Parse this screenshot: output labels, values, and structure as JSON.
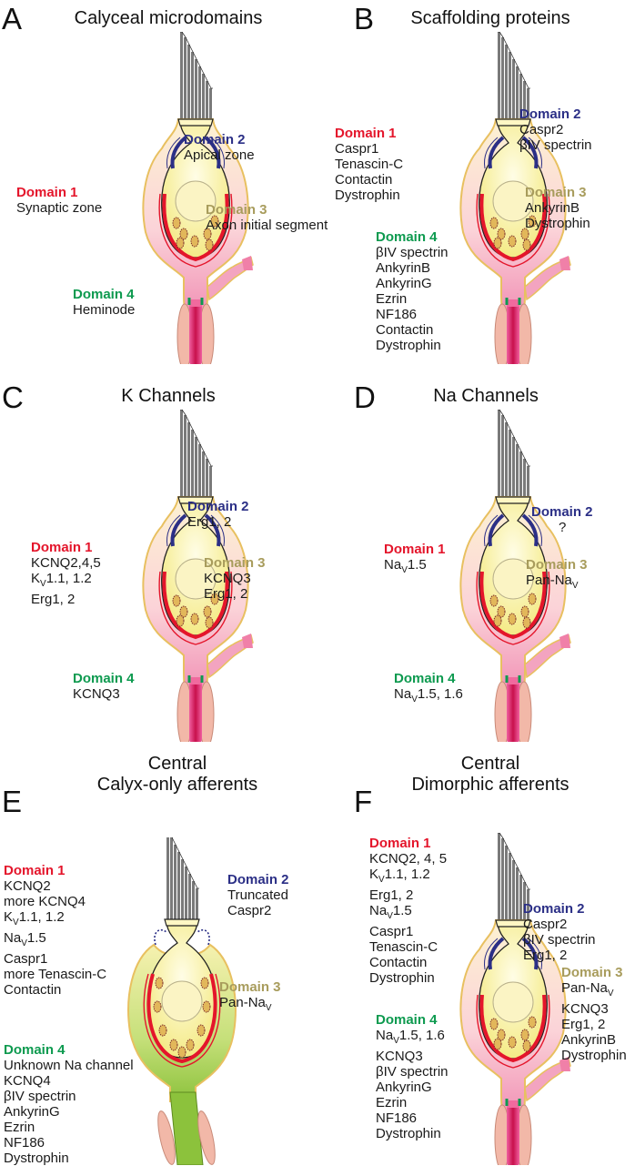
{
  "panels": [
    {
      "label": "A",
      "title_lines": [
        "Calyceal microdomains"
      ],
      "domain1": {
        "title": "Domain 1",
        "lines": [
          "Synaptic zone"
        ]
      },
      "domain2": {
        "title": "Domain 2",
        "lines": [
          "Apical zone"
        ]
      },
      "domain3": {
        "title": "Domain 3",
        "lines": [
          "Axon initial segment"
        ]
      },
      "domain4": {
        "title": "Domain 4",
        "lines": [
          "Heminode"
        ]
      }
    },
    {
      "label": "B",
      "title_lines": [
        "Scaffolding proteins"
      ],
      "domain1": {
        "title": "Domain 1",
        "lines": [
          "Caspr1",
          "Tenascin-C",
          "Contactin",
          "Dystrophin"
        ]
      },
      "domain2": {
        "title": "Domain 2",
        "lines": [
          "Caspr2",
          "βIV spectrin"
        ]
      },
      "domain3": {
        "title": "Domain 3",
        "lines": [
          "AnkyrinB",
          "Dystrophin"
        ]
      },
      "domain4": {
        "title": "Domain 4",
        "lines": [
          "βIV spectrin",
          "AnkyrinB",
          "AnkyrinG",
          "Ezrin",
          "NF186",
          "Contactin",
          "Dystrophin"
        ]
      }
    },
    {
      "label": "C",
      "title_lines": [
        "K Channels"
      ],
      "domain1": {
        "title": "Domain 1",
        "lines": [
          "KCNQ2,4,5",
          "KV1.1, 1.2",
          "Erg1, 2"
        ]
      },
      "domain2": {
        "title": "Domain 2",
        "lines": [
          "Erg1, 2"
        ]
      },
      "domain3": {
        "title": "Domain 3",
        "lines": [
          "KCNQ3",
          "Erg1, 2"
        ]
      },
      "domain4": {
        "title": "Domain 4",
        "lines": [
          "KCNQ3"
        ]
      }
    },
    {
      "label": "D",
      "title_lines": [
        "Na Channels"
      ],
      "domain1": {
        "title": "Domain 1",
        "lines": [
          "NaV1.5"
        ]
      },
      "domain2": {
        "title": "Domain 2",
        "lines": [
          "?"
        ]
      },
      "domain3": {
        "title": "Domain 3",
        "lines": [
          "Pan-NaV"
        ]
      },
      "domain4": {
        "title": "Domain 4",
        "lines": [
          "NaV1.5, 1.6"
        ]
      }
    },
    {
      "label": "E",
      "title_lines": [
        "Central",
        "Calyx-only afferents"
      ],
      "domain1": {
        "title": "Domain 1",
        "lines": [
          "KCNQ2",
          "more KCNQ4",
          "KV1.1, 1.2",
          "NaV1.5",
          "Caspr1",
          "more Tenascin-C",
          "Contactin"
        ]
      },
      "domain2": {
        "title": "Domain 2",
        "lines": [
          "Truncated",
          "Caspr2"
        ]
      },
      "domain3": {
        "title": "Domain 3",
        "lines": [
          "Pan-NaV"
        ]
      },
      "domain4": {
        "title": "Domain 4",
        "lines": [
          "Unknown Na channel",
          "KCNQ4",
          "βIV spectrin",
          "AnkyrinG",
          "Ezrin",
          "NF186",
          "Dystrophin"
        ]
      }
    },
    {
      "label": "F",
      "title_lines": [
        "Central",
        "Dimorphic afferents"
      ],
      "domain1": {
        "title": "Domain 1",
        "lines": [
          "KCNQ2, 4, 5",
          "KV1.1, 1.2",
          "Erg1, 2",
          "NaV1.5",
          "Caspr1",
          "Tenascin-C",
          "Contactin",
          "Dystrophin"
        ]
      },
      "domain2": {
        "title": "Domain 2",
        "lines": [
          "Caspr2",
          "βIV spectrin",
          "Erg1, 2"
        ]
      },
      "domain3": {
        "title": "Domain 3",
        "lines": [
          "Pan-NaV",
          "KCNQ3",
          "Erg1, 2",
          "AnkyrinB",
          "Dystrophin"
        ]
      },
      "domain4": {
        "title": "Domain 4",
        "lines": [
          "NaV1.5, 1.6",
          "KCNQ3",
          "βIV spectrin",
          "AnkyrinG",
          "Ezrin",
          "NF186",
          "Dystrophin"
        ]
      }
    }
  ],
  "colors": {
    "domain1": "#e4152b",
    "domain2": "#2b2f86",
    "domain3": "#a89c5c",
    "domain4": "#0d9a4f",
    "cell_fill": "#fbf6b4",
    "calyx_fill": "#f4a6c0",
    "green_calyx": "#a8d04a",
    "axon": "#d61f5d",
    "myelin": "#f2b8a8"
  }
}
